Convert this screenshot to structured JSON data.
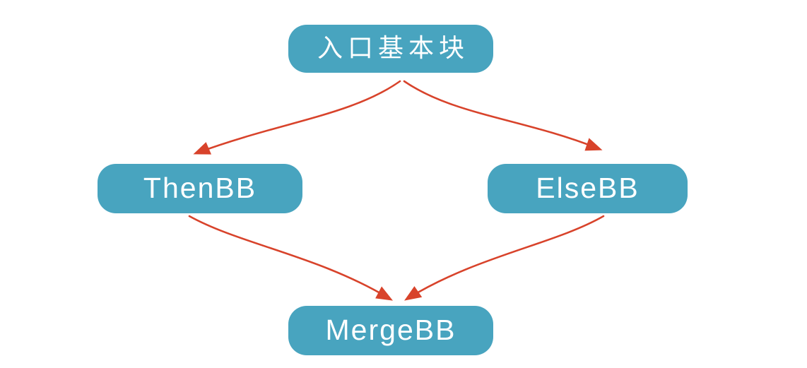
{
  "diagram": {
    "background_color": "#ffffff",
    "node_fill_color": "#48A4BF",
    "node_text_color": "#ffffff",
    "arrow_color": "#D8432B",
    "nodes": [
      {
        "id": "entry",
        "label": "入口基本块"
      },
      {
        "id": "then",
        "label": "ThenBB"
      },
      {
        "id": "else",
        "label": "ElseBB"
      },
      {
        "id": "merge",
        "label": "MergeBB"
      }
    ],
    "edges": [
      {
        "from": "entry",
        "to": "then"
      },
      {
        "from": "entry",
        "to": "else"
      },
      {
        "from": "then",
        "to": "merge"
      },
      {
        "from": "else",
        "to": "merge"
      }
    ]
  }
}
